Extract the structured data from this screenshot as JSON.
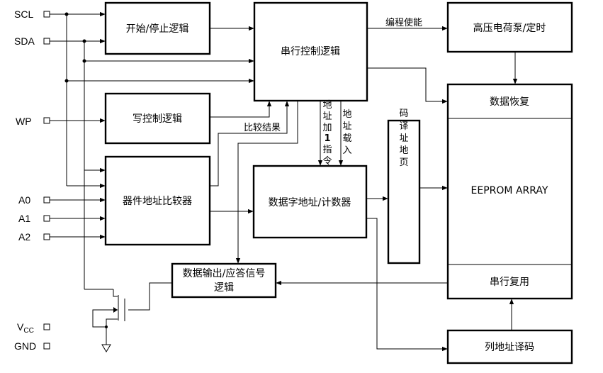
{
  "pins": {
    "scl": "SCL",
    "sda": "SDA",
    "wp": "WP",
    "a0": "A0",
    "a1": "A1",
    "a2": "A2",
    "vcc_main": "V",
    "vcc_sub": "CC",
    "gnd": "GND"
  },
  "blocks": {
    "start_stop": "开始/停止逻辑",
    "serial_ctrl": "串行控制逻辑",
    "hv_pump": "高压电荷泵/定时",
    "write_ctrl": "写控制逻辑",
    "data_recover": "数据恢复",
    "device_compare": "器件地址比较器",
    "eeprom_array": "EEPROM ARRAY",
    "data_word_counter": "数据字地址/计数器",
    "data_out_line1": "数据输出/应答信号",
    "data_out_line2": "逻辑",
    "serial_mux": "串行复用",
    "col_decode": "列地址译码"
  },
  "labels": {
    "program_enable": "编程使能",
    "compare_result": "比较结果",
    "addr_inc": [
      "地",
      "址",
      "加",
      "1",
      "指",
      "令"
    ],
    "addr_load": [
      "地",
      "址",
      "载",
      "入"
    ],
    "row_decode": [
      "码",
      "译",
      "址",
      "地",
      "页"
    ]
  }
}
